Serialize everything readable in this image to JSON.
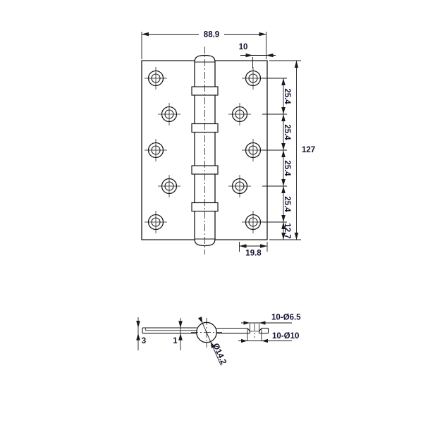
{
  "drawing_type": "butt-hinge technical drawing",
  "front_view": {
    "overall_width": "88.9",
    "hole_edge_offset": "10",
    "overall_height": "127",
    "hole_pitch": [
      "25.4",
      "25.4",
      "25.4",
      "25.4"
    ],
    "hole_bottom_offset": "12.7",
    "hole_inner_offset": "19.8"
  },
  "section_view": {
    "leaf_thickness": "3",
    "knuckle_clearance": "1",
    "pin_diameter": "Ø14.2",
    "countersunk_hole_small": "10-Ø6.5",
    "countersunk_hole_large": "10-Ø10"
  },
  "colors": {
    "line": "#1a1a1a",
    "label": "#10102e",
    "background": "#ffffff"
  }
}
